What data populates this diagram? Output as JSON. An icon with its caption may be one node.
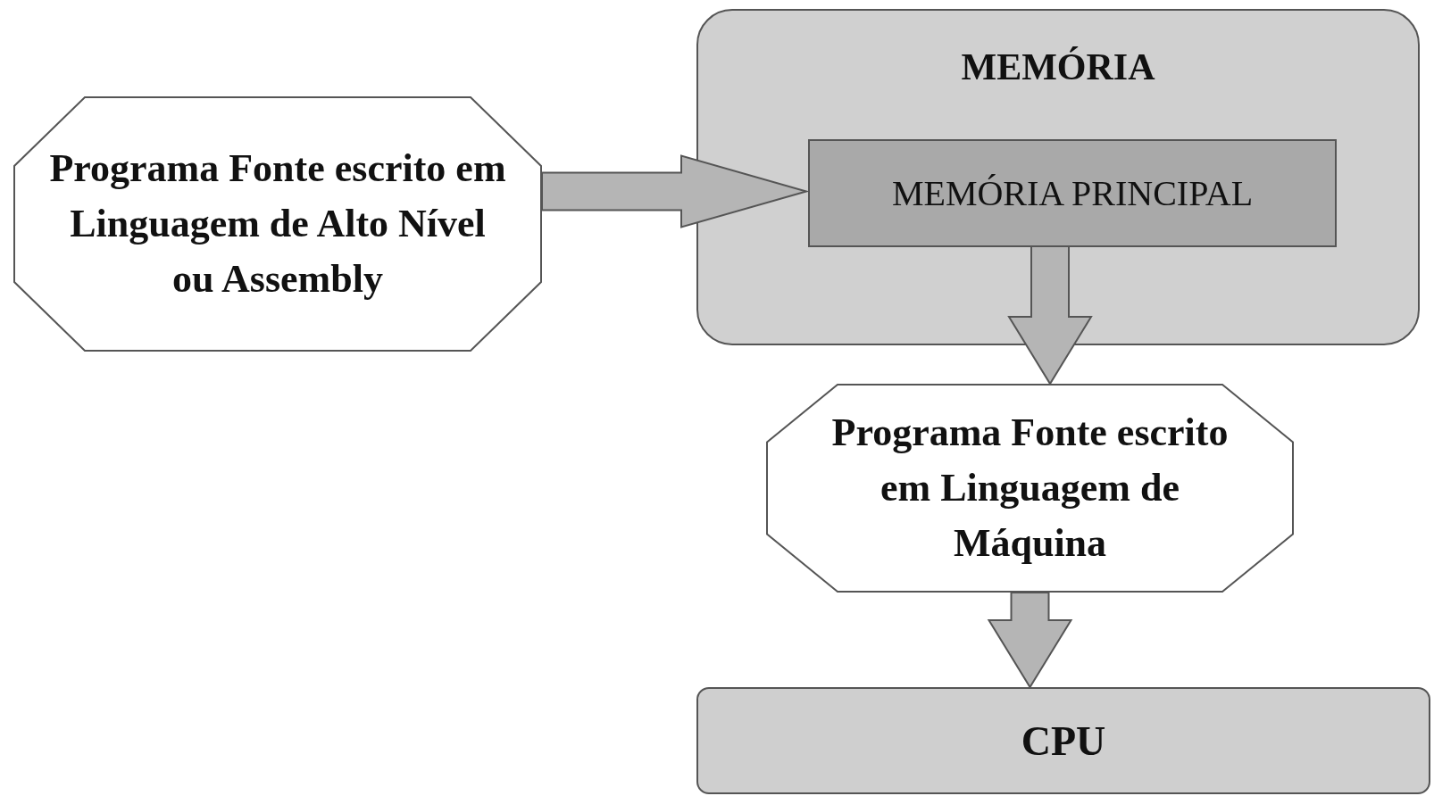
{
  "diagram": {
    "nodes": [
      {
        "text": [
          "Programa Fonte escrito em Linguagem de Alto Nível ou Assembly"
        ]
      },
      {
        "text": [
          "MEMÓRIA"
        ]
      },
      {
        "text": [
          "MEMÓRIA PRINCIPAL"
        ],
        "in": 1
      },
      {
        "text": [
          "Programa Fonte escrito em Linguagem de Máquina"
        ]
      },
      {
        "text": [
          "CPU"
        ]
      }
    ],
    "edges": [
      {
        "from": 0,
        "to": 2,
        "arrow": "to"
      },
      {
        "from": 2,
        "to": 3,
        "arrow": "to"
      },
      {
        "from": 3,
        "to": 4,
        "arrow": "to"
      }
    ]
  }
}
